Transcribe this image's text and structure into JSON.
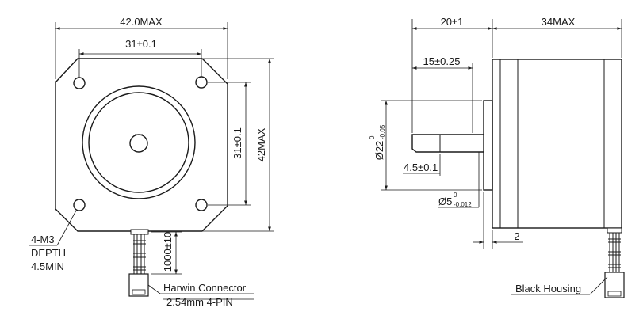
{
  "front_view": {
    "dim_width": "42.0MAX",
    "dim_hole_spacing_h": "31±0.1",
    "dim_hole_spacing_v": "31±0.1",
    "dim_height": "42MAX",
    "dim_cable": "1000±10",
    "mount_holes": [
      "4-M3",
      "DEPTH",
      "4.5MIN"
    ],
    "connector": [
      "Harwin Connector",
      "2.54mm 4-PIN"
    ]
  },
  "side_view": {
    "dim_shaft_length": "20±1",
    "dim_body_length": "34MAX",
    "dim_flat_length": "15±0.25",
    "dim_pilot_dia": "Ø22",
    "dim_pilot_upper": "0",
    "dim_pilot_lower": "-0.05",
    "dim_flat_depth": "4.5±0.1",
    "dim_shaft_dia": "Ø5",
    "dim_shaft_upper": "0",
    "dim_shaft_lower": "-0.012",
    "dim_pilot_height": "2",
    "housing": "Black Housing"
  }
}
